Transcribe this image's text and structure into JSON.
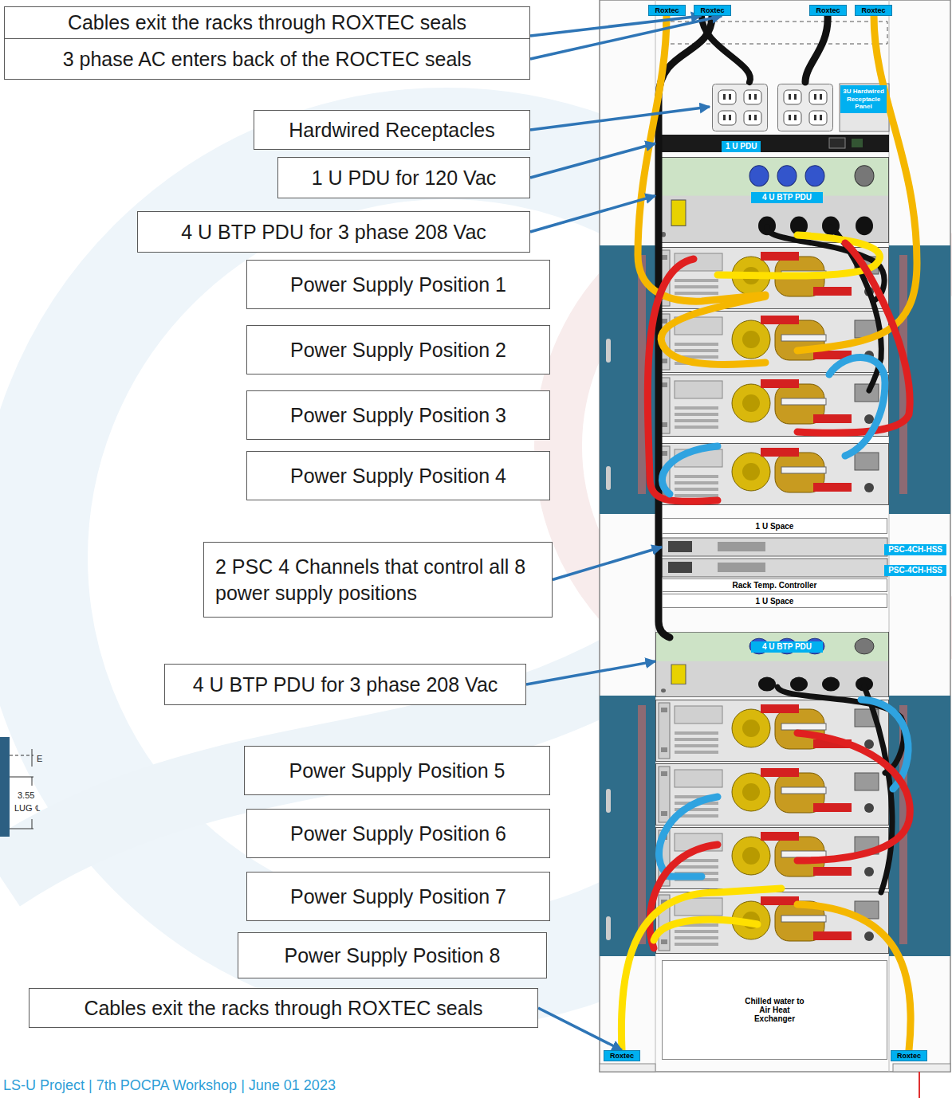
{
  "diagram": {
    "nodes": [
      {
        "text": [
          "Cables exit the racks through ROXTEC seals"
        ]
      },
      {
        "text": [
          "3 phase AC enters back of the ROCTEC seals"
        ]
      },
      {
        "text": [
          "Hardwired Receptacles"
        ]
      },
      {
        "text": [
          "1 U PDU for 120 Vac"
        ]
      },
      {
        "text": [
          "4 U BTP PDU for 3 phase 208 Vac"
        ]
      },
      {
        "text": [
          "Power Supply Position 1"
        ]
      },
      {
        "text": [
          "Power Supply Position 2"
        ]
      },
      {
        "text": [
          "Power Supply Position 3"
        ]
      },
      {
        "text": [
          "Power Supply Position 4"
        ]
      },
      {
        "text": [
          "2 PSC 4 Channels that control all 8 power supply positions"
        ]
      },
      {
        "text": [
          "4 U BTP PDU for 3 phase 208 Vac"
        ]
      },
      {
        "text": [
          "Power Supply Position 5"
        ]
      },
      {
        "text": [
          "Power Supply Position 6"
        ]
      },
      {
        "text": [
          "Power Supply Position 7"
        ]
      },
      {
        "text": [
          "Power Supply Position 8"
        ]
      },
      {
        "text": [
          "Cables exit the racks through ROXTEC seals"
        ]
      },
      {
        "text": [
          "Roxtec"
        ]
      },
      {
        "text": [
          "Roxtec"
        ]
      },
      {
        "text": [
          "Roxtec"
        ]
      },
      {
        "text": [
          "Roxtec"
        ]
      },
      {
        "text": [
          "3U Hardwired Receptacle Panel"
        ]
      },
      {
        "text": [
          "1 U PDU"
        ]
      },
      {
        "text": [
          "4 U BTP PDU"
        ]
      },
      {
        "text": [
          "1 U Space"
        ]
      },
      {
        "text": [
          "PSC-4CH-HSS"
        ]
      },
      {
        "text": [
          "PSC-4CH-HSS"
        ]
      },
      {
        "text": [
          "Rack Temp. Controller"
        ]
      },
      {
        "text": [
          "1 U Space"
        ]
      },
      {
        "text": [
          "4 U BTP PDU"
        ]
      },
      {
        "text": [
          "Chilled water to Air Heat Exchanger"
        ]
      },
      {
        "text": [
          "Roxtec"
        ]
      },
      {
        "text": [
          "Roxtec"
        ]
      }
    ],
    "edges": [
      {
        "from": 0,
        "to": 17,
        "arrow": "to"
      },
      {
        "from": 1,
        "to": 17,
        "arrow": "to"
      },
      {
        "from": 2,
        "to": 20,
        "arrow": "to"
      },
      {
        "from": 3,
        "to": 21,
        "arrow": "to"
      },
      {
        "from": 4,
        "to": 22,
        "arrow": "to"
      },
      {
        "from": 9,
        "to": 24,
        "arrow": "to"
      },
      {
        "from": 10,
        "to": 28,
        "arrow": "to"
      },
      {
        "from": 15,
        "to": 30,
        "arrow": "to"
      }
    ],
    "labels": [
      "E",
      "3.55",
      "LUG ℄",
      "LS-U Project | 7th POCPA Workshop | June 01 2023"
    ]
  }
}
